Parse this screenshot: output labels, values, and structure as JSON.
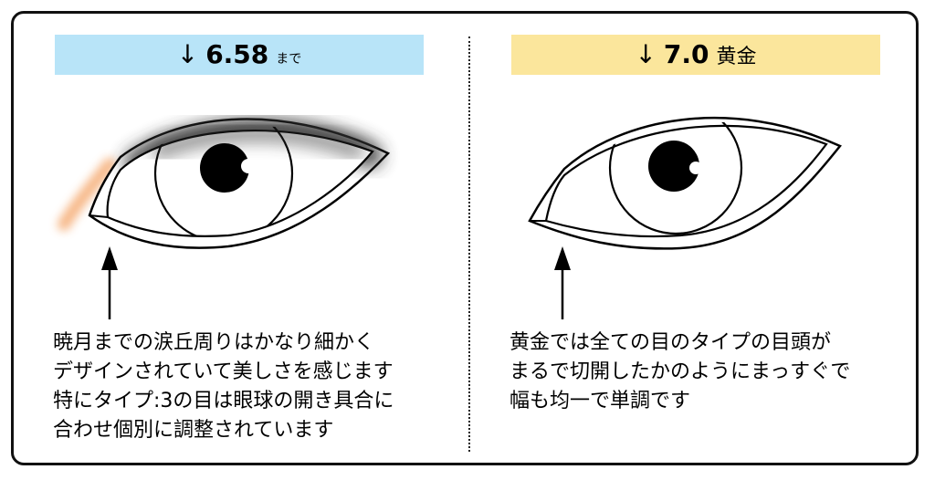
{
  "left": {
    "banner": {
      "arrow": "↓",
      "value": "6.58",
      "suffix": "まで"
    },
    "description": [
      "暁月までの涙丘周りはかなり細かく",
      "デザインされていて美しさを感じます",
      "特にタイプ:3の目は眼球の開き具合に",
      "合わせ個別に調整されています"
    ],
    "colors": {
      "banner": "#b8e4f8",
      "shadow": "#333333",
      "tear_tint": "#f4a060"
    }
  },
  "right": {
    "banner": {
      "arrow": "↓",
      "value": "7.0",
      "suffix": "黄金"
    },
    "description": [
      "黄金では全ての目のタイプの目頭が",
      "まるで切開したかのようにまっすぐで",
      "幅も均一で単調です"
    ],
    "colors": {
      "banner": "#fbe69c"
    }
  }
}
